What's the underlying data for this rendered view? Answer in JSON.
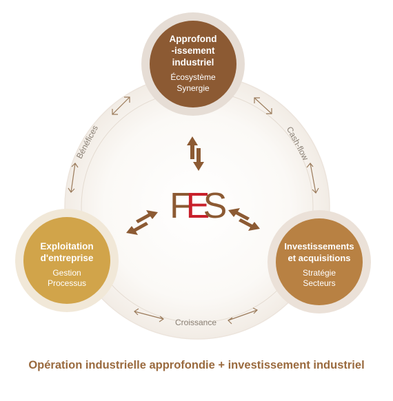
{
  "colors": {
    "top_node": "#8c5a33",
    "right_node": "#b88143",
    "left_node": "#d1a44a",
    "accent_red": "#c8202b",
    "brown": "#8c5a33",
    "caption": "#9a6a3e"
  },
  "center": {
    "letters": [
      "F",
      "E",
      "S"
    ]
  },
  "nodes": {
    "top": {
      "title": [
        "Approfond",
        "-issement",
        "industriel"
      ],
      "sub": [
        "Écosystème",
        "Synergie"
      ]
    },
    "right": {
      "title": [
        "Investissements",
        "et acquisitions"
      ],
      "sub": [
        "Stratégie",
        "Secteurs"
      ]
    },
    "left": {
      "title": [
        "Exploitation",
        "d'entreprise"
      ],
      "sub": [
        "Gestion",
        "Processus"
      ]
    }
  },
  "arc_labels": {
    "left": "Bénéfices",
    "right": "Cash-flow",
    "bottom": "Croissance"
  },
  "caption": "Opération industrielle approfondie + investissement industriel"
}
